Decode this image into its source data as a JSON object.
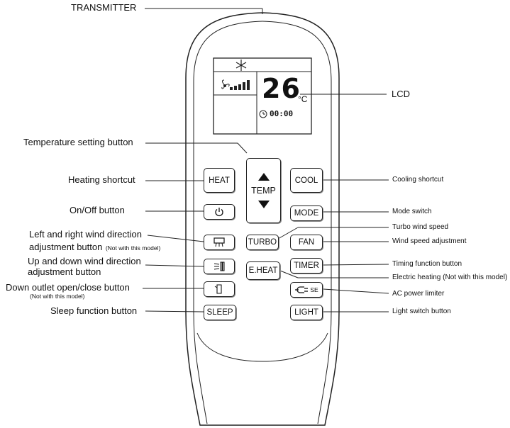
{
  "labels": {
    "transmitter": "TRANSMITTER",
    "lcd": "LCD",
    "temperature_setting": "Temperature setting button",
    "heating_shortcut": "Heating shortcut",
    "on_off": "On/Off button",
    "lr_wind_line1": "Left and right wind direction",
    "lr_wind_line2": "adjustment button",
    "lr_wind_note": "(Not with this model)",
    "ud_wind_line1": "Up and down wind direction",
    "ud_wind_line2": "adjustment button",
    "down_outlet": "Down outlet open/close button",
    "down_outlet_note": "(Not with this model)",
    "sleep_function": "Sleep function button",
    "cooling_shortcut": "Cooling shortcut",
    "mode_switch": "Mode switch",
    "turbo_wind": "Turbo wind speed",
    "wind_speed": "Wind speed adjustment",
    "timing_function": "Timing function button",
    "electric_heating": "Electric heating (Not with this model)",
    "ac_power_limiter": "AC power limiter",
    "light_switch": "Light switch button"
  },
  "lcd": {
    "temperature": "26",
    "unit": "°C",
    "timer": "00:00",
    "snow_icon": "snowflake-icon",
    "fan_icon": "fan-icon",
    "clock_icon": "clock-icon"
  },
  "buttons": {
    "heat": "HEAT",
    "cool": "COOL",
    "temp": "TEMP",
    "mode": "MODE",
    "turbo": "TURBO",
    "fan": "FAN",
    "eheat": "E.HEAT",
    "timer": "TIMER",
    "sleep": "SLEEP",
    "light": "LIGHT",
    "se": "SE"
  },
  "icons": {
    "power": "power-icon",
    "lr_swing": "horizontal-swing-icon",
    "ud_swing": "vertical-swing-icon",
    "outlet": "down-outlet-icon",
    "plug": "plug-icon",
    "up": "triangle-up-icon",
    "down": "triangle-down-icon"
  }
}
